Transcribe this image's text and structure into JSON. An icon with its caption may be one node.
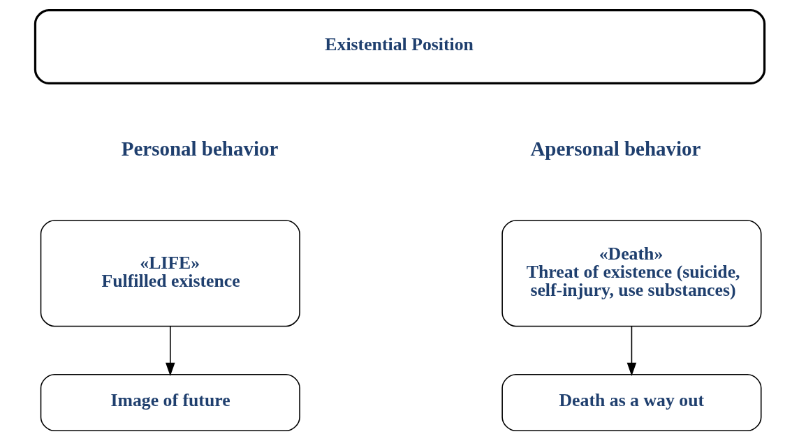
{
  "diagram": {
    "nodes": [
      {
        "text": [
          "Existential Position"
        ]
      },
      {
        "text": [
          "«LIFE»",
          "Fulfilled existence"
        ]
      },
      {
        "text": [
          "Image of future"
        ]
      },
      {
        "text": [
          "«Death»",
          "Threat of existence (suicide, self-injury, use substances)"
        ]
      },
      {
        "text": [
          "Death as a way out"
        ]
      }
    ],
    "edges": [
      {
        "from": 1,
        "to": 2,
        "arrow": "to"
      },
      {
        "from": 3,
        "to": 4,
        "arrow": "to"
      }
    ],
    "labels": [
      "Personal behavior",
      "Apersonal behavior"
    ]
  }
}
